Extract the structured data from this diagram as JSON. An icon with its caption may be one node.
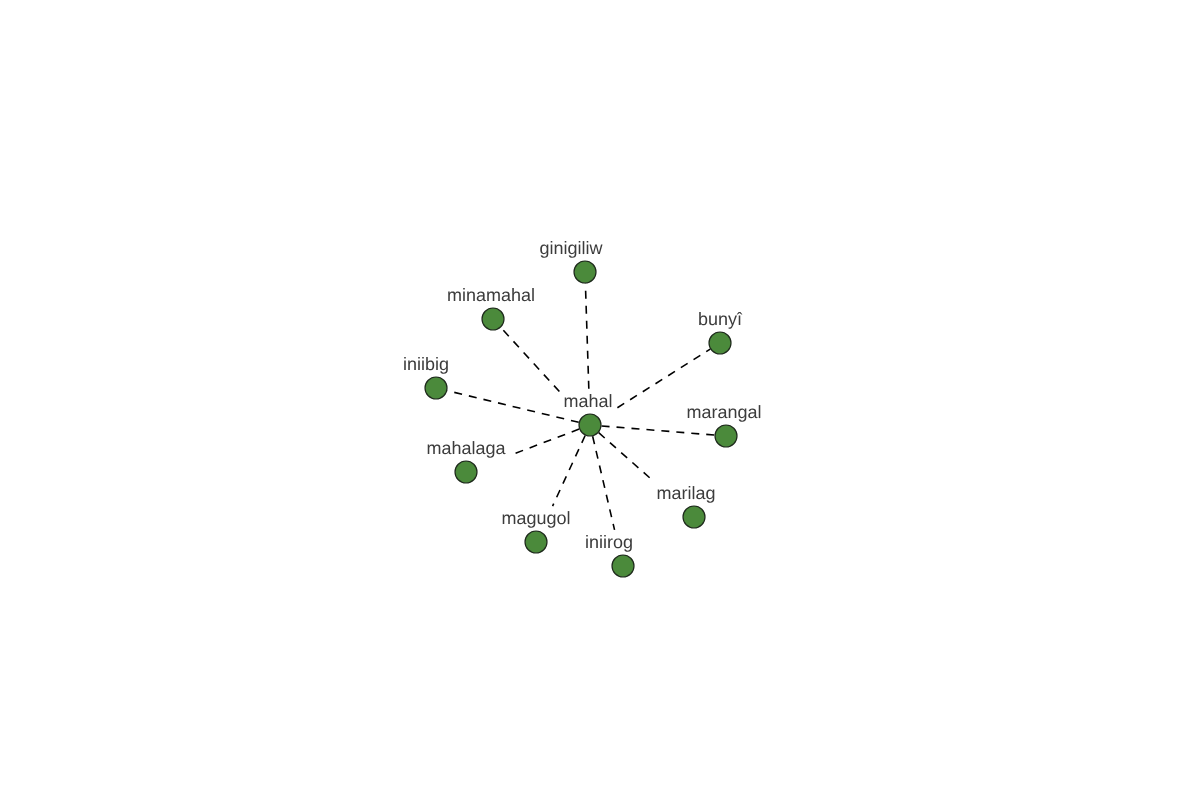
{
  "diagram": {
    "nodes": [
      {
        "text": [
          "ginigiliw"
        ]
      },
      {
        "text": [
          "minamahal"
        ]
      },
      {
        "text": [
          "bunyî"
        ]
      },
      {
        "text": [
          "iniibig"
        ]
      },
      {
        "text": [
          "mahal"
        ]
      },
      {
        "text": [
          "marangal"
        ]
      },
      {
        "text": [
          "mahalaga"
        ]
      },
      {
        "text": [
          "marilag"
        ]
      },
      {
        "text": [
          "magugol"
        ]
      },
      {
        "text": [
          "iniirog"
        ]
      }
    ],
    "edges": [
      {
        "from": 4,
        "to": 0,
        "arrow": "none",
        "style": "dashed"
      },
      {
        "from": 4,
        "to": 1,
        "arrow": "none",
        "style": "dashed"
      },
      {
        "from": 4,
        "to": 2,
        "arrow": "none",
        "style": "dashed"
      },
      {
        "from": 4,
        "to": 3,
        "arrow": "none",
        "style": "dashed"
      },
      {
        "from": 4,
        "to": 5,
        "arrow": "none",
        "style": "dashed"
      },
      {
        "from": 4,
        "to": 6,
        "arrow": "none",
        "style": "dashed"
      },
      {
        "from": 4,
        "to": 7,
        "arrow": "none",
        "style": "dashed"
      },
      {
        "from": 4,
        "to": 8,
        "arrow": "none",
        "style": "dashed"
      },
      {
        "from": 4,
        "to": 9,
        "arrow": "none",
        "style": "dashed"
      }
    ]
  }
}
